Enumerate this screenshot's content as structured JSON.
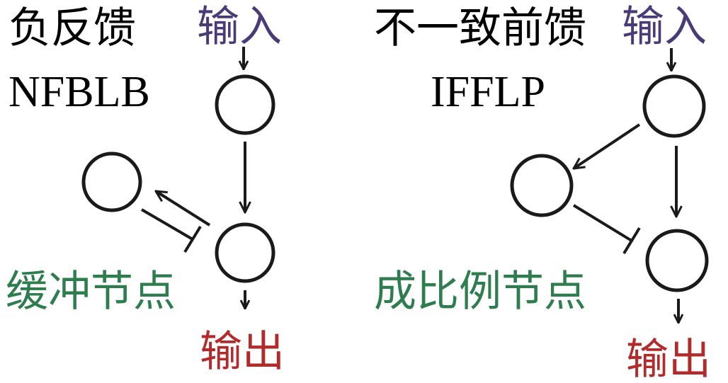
{
  "colors": {
    "title": "#000000",
    "input": "#4a3b78",
    "output": "#b22a2a",
    "node_label": "#2e7d4f",
    "line": "#1a1a1a"
  },
  "left": {
    "title_cn": "负反馈",
    "title_en": "NFBLB",
    "input_label": "输入",
    "output_label": "输出",
    "node_label": "缓冲节点"
  },
  "right": {
    "title_cn": "不一致前馈",
    "title_en": "IFFLP",
    "input_label": "输入",
    "output_label": "输出",
    "node_label": "成比例节点"
  }
}
